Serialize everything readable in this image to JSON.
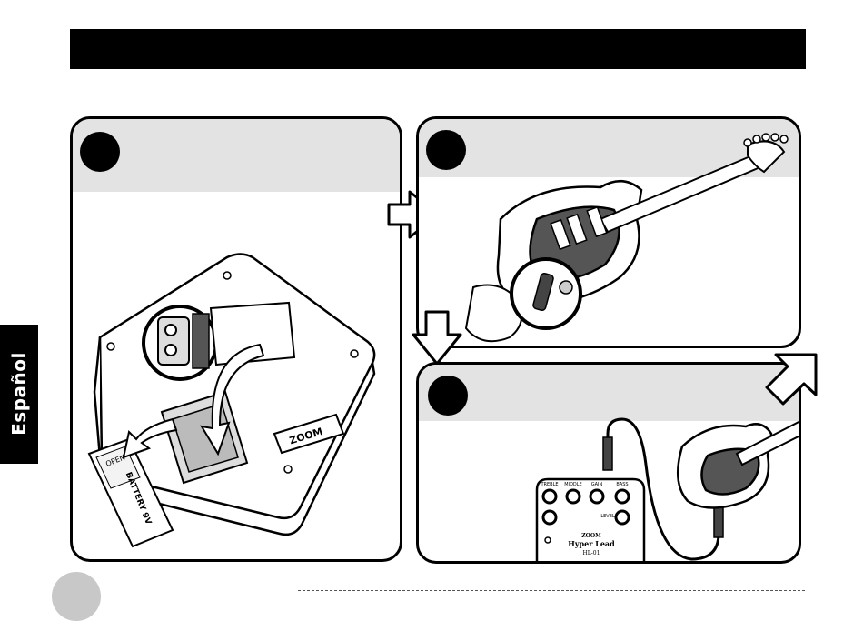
{
  "side_tab": {
    "label": "Español"
  },
  "panels": [
    {
      "id": 1,
      "callouts": {
        "battery_label": "BATTERY 9V",
        "cover_label": "OPEN",
        "brand_logo": "ZOOM"
      }
    },
    {
      "id": 2
    },
    {
      "id": 3,
      "device": {
        "knob_labels": [
          "TREBLE",
          "MIDDLE",
          "GAIN",
          "BASS",
          "LEVEL"
        ],
        "brand": "ZOOM",
        "model_name": "Hyper Lead",
        "model_code": "HL-01"
      }
    }
  ],
  "colors": {
    "accent": "#000000",
    "band": "#e3e3e3",
    "footer_circle": "#c8c8c8"
  }
}
